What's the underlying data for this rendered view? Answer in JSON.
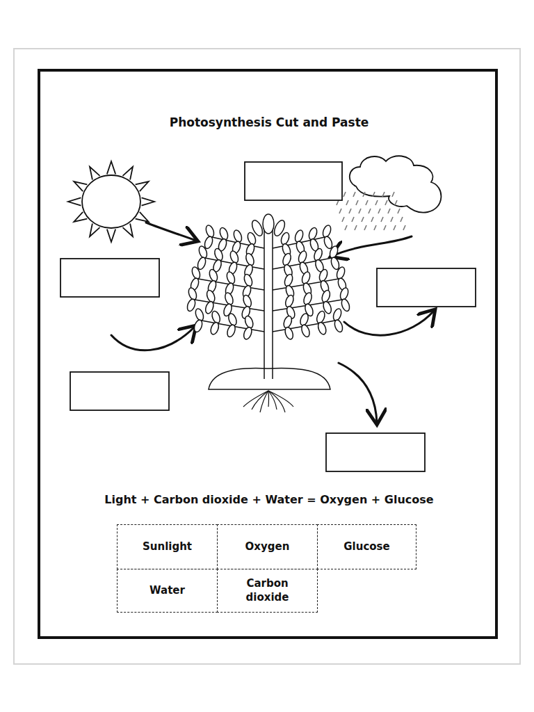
{
  "diagram": {
    "title": "Photosynthesis Cut and Paste",
    "nodes": [
      {
        "text": [
          "Sunlight"
        ]
      },
      {
        "text": [
          "Oxygen"
        ]
      },
      {
        "text": [
          "Glucose"
        ]
      },
      {
        "text": [
          "Water"
        ]
      },
      {
        "text": [
          "Carbon dioxide"
        ]
      }
    ],
    "labels": [
      "Light + Carbon dioxide + Water = Oxygen + Glucose"
    ]
  }
}
